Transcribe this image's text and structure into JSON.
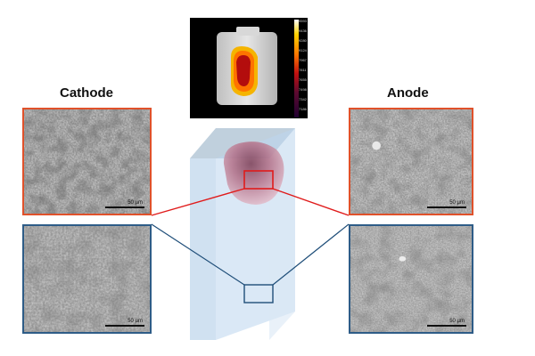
{
  "labels": {
    "cathode": "Cathode",
    "anode": "Anode"
  },
  "scale_bars": {
    "cathode_top": "50 µm",
    "cathode_bottom": "50 µm",
    "anode_top": "50 µm",
    "anode_bottom": "50 µm"
  },
  "thermal_colorbar_ticks": [
    "9593",
    "9436",
    "9280",
    "9124",
    "7967",
    "7811",
    "7655",
    "7498",
    "7342",
    "7186"
  ],
  "colors": {
    "red_frame": "#e0512a",
    "blue_frame": "#2e5c87",
    "block_face": "#bcd6ee",
    "highlight_red": "#e01b1b",
    "highlight_blue": "#1f4e79"
  }
}
